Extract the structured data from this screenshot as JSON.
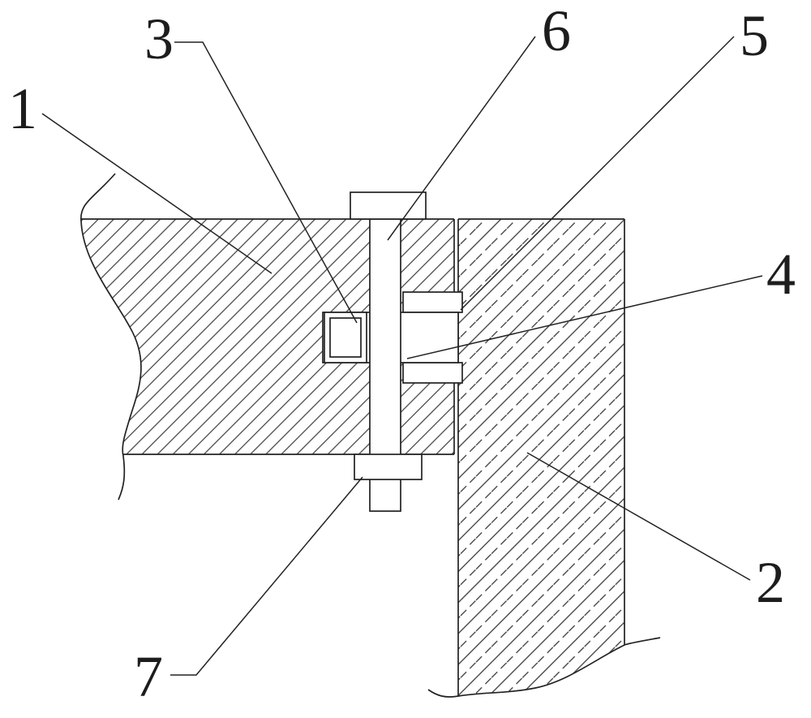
{
  "figure": {
    "type": "patent-style sectional assembly drawing",
    "background_color": "#ffffff",
    "line_color": "#222222",
    "hatch_color": "#333333"
  },
  "labels": [
    {
      "id": "1",
      "text": "1",
      "points_to": "left horizontal hatched plate"
    },
    {
      "id": "2",
      "text": "2",
      "points_to": "right vertical dashed-hatched panel"
    },
    {
      "id": "3",
      "text": "3",
      "points_to": "square nut insert in cross slot"
    },
    {
      "id": "4",
      "text": "4",
      "points_to": "horizontal cross slot at joint"
    },
    {
      "id": "5",
      "text": "5",
      "points_to": "strip crossing joint into right panel"
    },
    {
      "id": "6",
      "text": "6",
      "points_to": "vertical bolt shaft"
    },
    {
      "id": "7",
      "text": "7",
      "points_to": "bottom washer plate under bolt"
    }
  ]
}
